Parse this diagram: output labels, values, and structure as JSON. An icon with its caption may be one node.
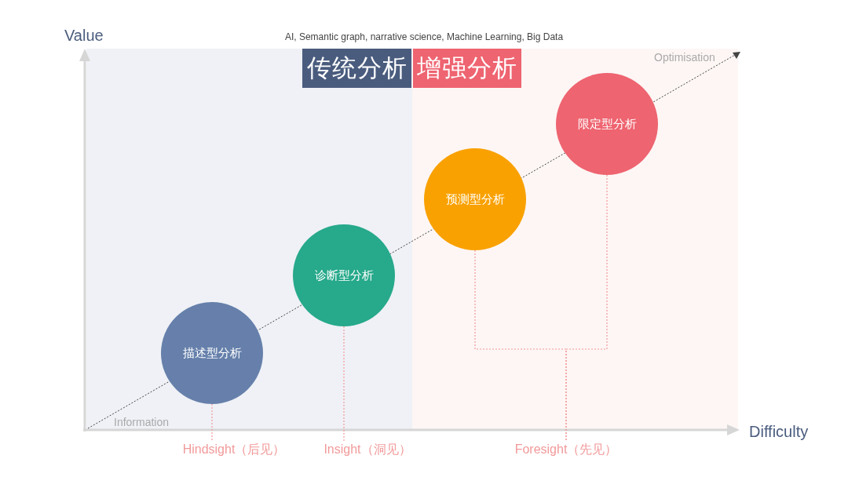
{
  "diagram": {
    "nodes": [
      {
        "text": [
          "传统分析"
        ]
      },
      {
        "text": [
          "增强分析"
        ]
      },
      {
        "text": [
          "描述型分析"
        ]
      },
      {
        "text": [
          "诊断型分析"
        ]
      },
      {
        "text": [
          "预测型分析"
        ]
      },
      {
        "text": [
          "限定型分析"
        ]
      },
      {
        "text": [
          "Hindsight（后见）"
        ]
      },
      {
        "text": [
          "Insight（洞见）"
        ]
      },
      {
        "text": [
          "Foresight（先见）"
        ]
      }
    ],
    "edges": [
      {
        "from": 2,
        "to": 6,
        "arrow": "none",
        "style": "dashed"
      },
      {
        "from": 3,
        "to": 7,
        "arrow": "none",
        "style": "dashed"
      },
      {
        "from": 4,
        "to": 8,
        "arrow": "none",
        "style": "dashed"
      },
      {
        "from": 5,
        "to": 8,
        "arrow": "none",
        "style": "dashed"
      }
    ],
    "labels": [
      "Value",
      "AI, Semantic graph, narrative science, Machine Learning, Big Data",
      "Optimisation",
      "Information",
      "Difficulty"
    ]
  }
}
